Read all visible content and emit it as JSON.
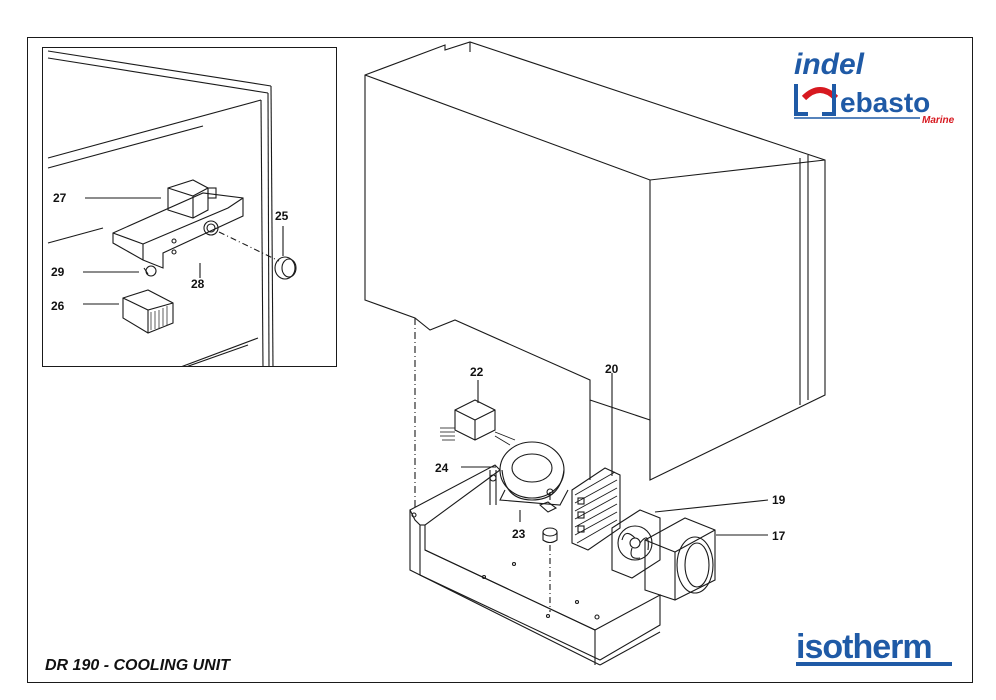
{
  "title": "DR 190 - COOLING UNIT",
  "brand": {
    "indel": "indel",
    "webasto": "ebasto",
    "marine": "Marine",
    "isotherm": "isotherm"
  },
  "colors": {
    "brand_blue": "#1f5aa6",
    "brand_red": "#d71920",
    "line": "#1a1a1a"
  },
  "callouts": {
    "c17": "17",
    "c19": "19",
    "c20": "20",
    "c22": "22",
    "c23": "23",
    "c24": "24",
    "c25": "25",
    "c26": "26",
    "c27": "27",
    "c28": "28",
    "c29": "29"
  }
}
